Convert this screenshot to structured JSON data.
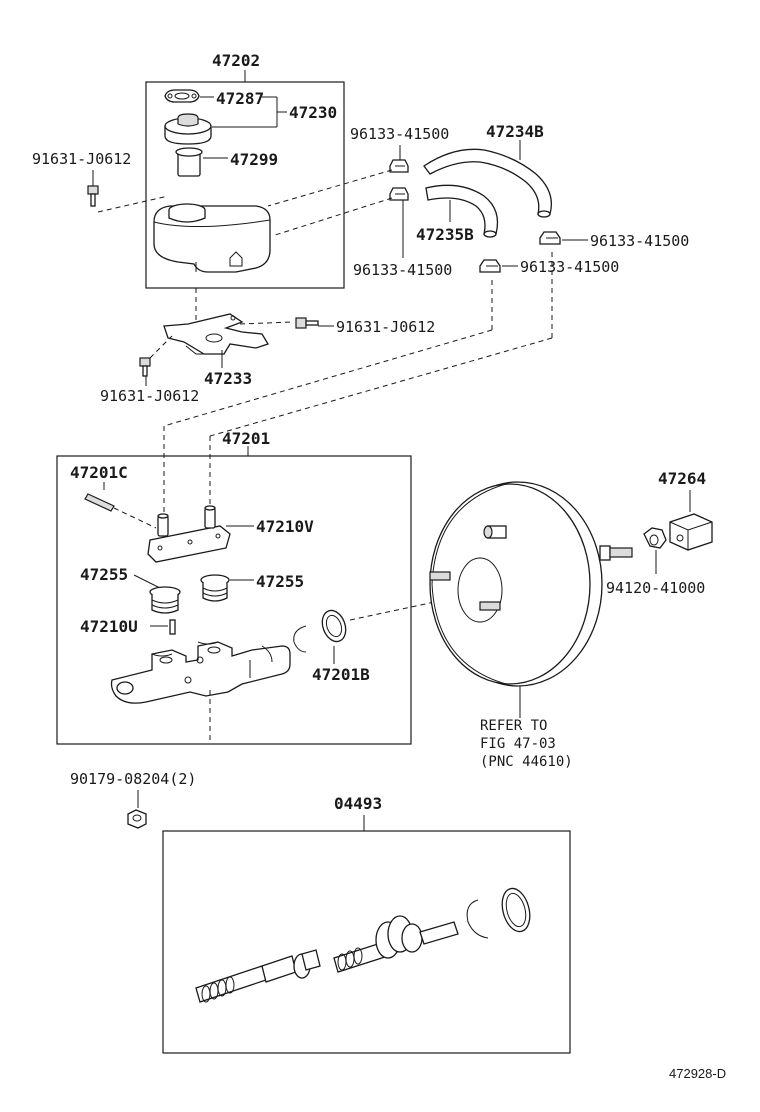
{
  "labels": {
    "reservoir_assy": "47202",
    "cap_gasket": "47287",
    "cap_group": "47230",
    "bolt_upper_left": "91631-J0612",
    "filter": "47299",
    "clip_top": "96133-41500",
    "hose_b": "47234B",
    "hose_small": "47235B",
    "clip_lower_left": "96133-41500",
    "clip_right_upper": "96133-41500",
    "clip_right_lower": "96133-41500",
    "bolt_bracket_right": "91631-J0612",
    "bracket": "47233",
    "bolt_bracket_left": "91631-J0612",
    "master_cyl_assy": "47201",
    "pin": "47201C",
    "union": "47210V",
    "grommet_left": "47255",
    "grommet_right": "47255",
    "pin_small": "47210U",
    "oring": "47201B",
    "clevis": "47264",
    "nut_clevis": "94120-41000",
    "refer_line1": "REFER TO",
    "refer_line2": "FIG 47-03",
    "refer_line3": "(PNC 44610)",
    "nut_mount": "90179-08204(2)",
    "kit": "04493"
  },
  "diagram_code": "472928-D"
}
